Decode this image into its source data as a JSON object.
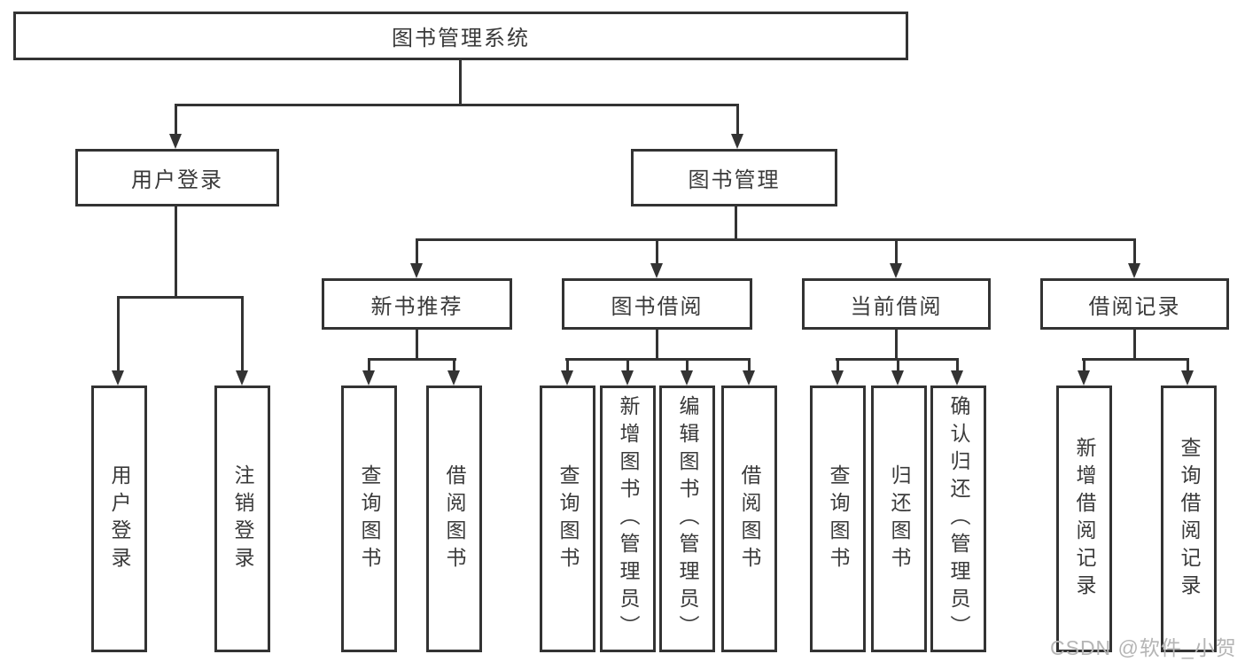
{
  "diagram": {
    "title": "图书管理系统",
    "nodes": {
      "root": "图书管理系统",
      "user_login": "用户登录",
      "book_management": "图书管理",
      "new_book_recommend": "新书推荐",
      "book_borrow": "图书借阅",
      "current_borrow": "当前借阅",
      "borrow_record": "借阅记录",
      "user_login_children": [
        "用户登录",
        "注销登录"
      ],
      "new_book_children": [
        "查询图书",
        "借阅图书"
      ],
      "book_borrow_children": [
        "查询图书",
        "新增图书（管理员）",
        "编辑图书（管理员）",
        "借阅图书"
      ],
      "current_borrow_children": [
        "查询图书",
        "归还图书",
        "确认归还（管理员）"
      ],
      "borrow_record_children": [
        "新增借阅记录",
        "查询借阅记录"
      ]
    },
    "colors": {
      "line": "#333333",
      "text": "#3a3a3a",
      "background": "#ffffff",
      "watermark": "#b5b5b5"
    }
  },
  "watermark": {
    "text": "CSDN @软件_小贺同学"
  }
}
